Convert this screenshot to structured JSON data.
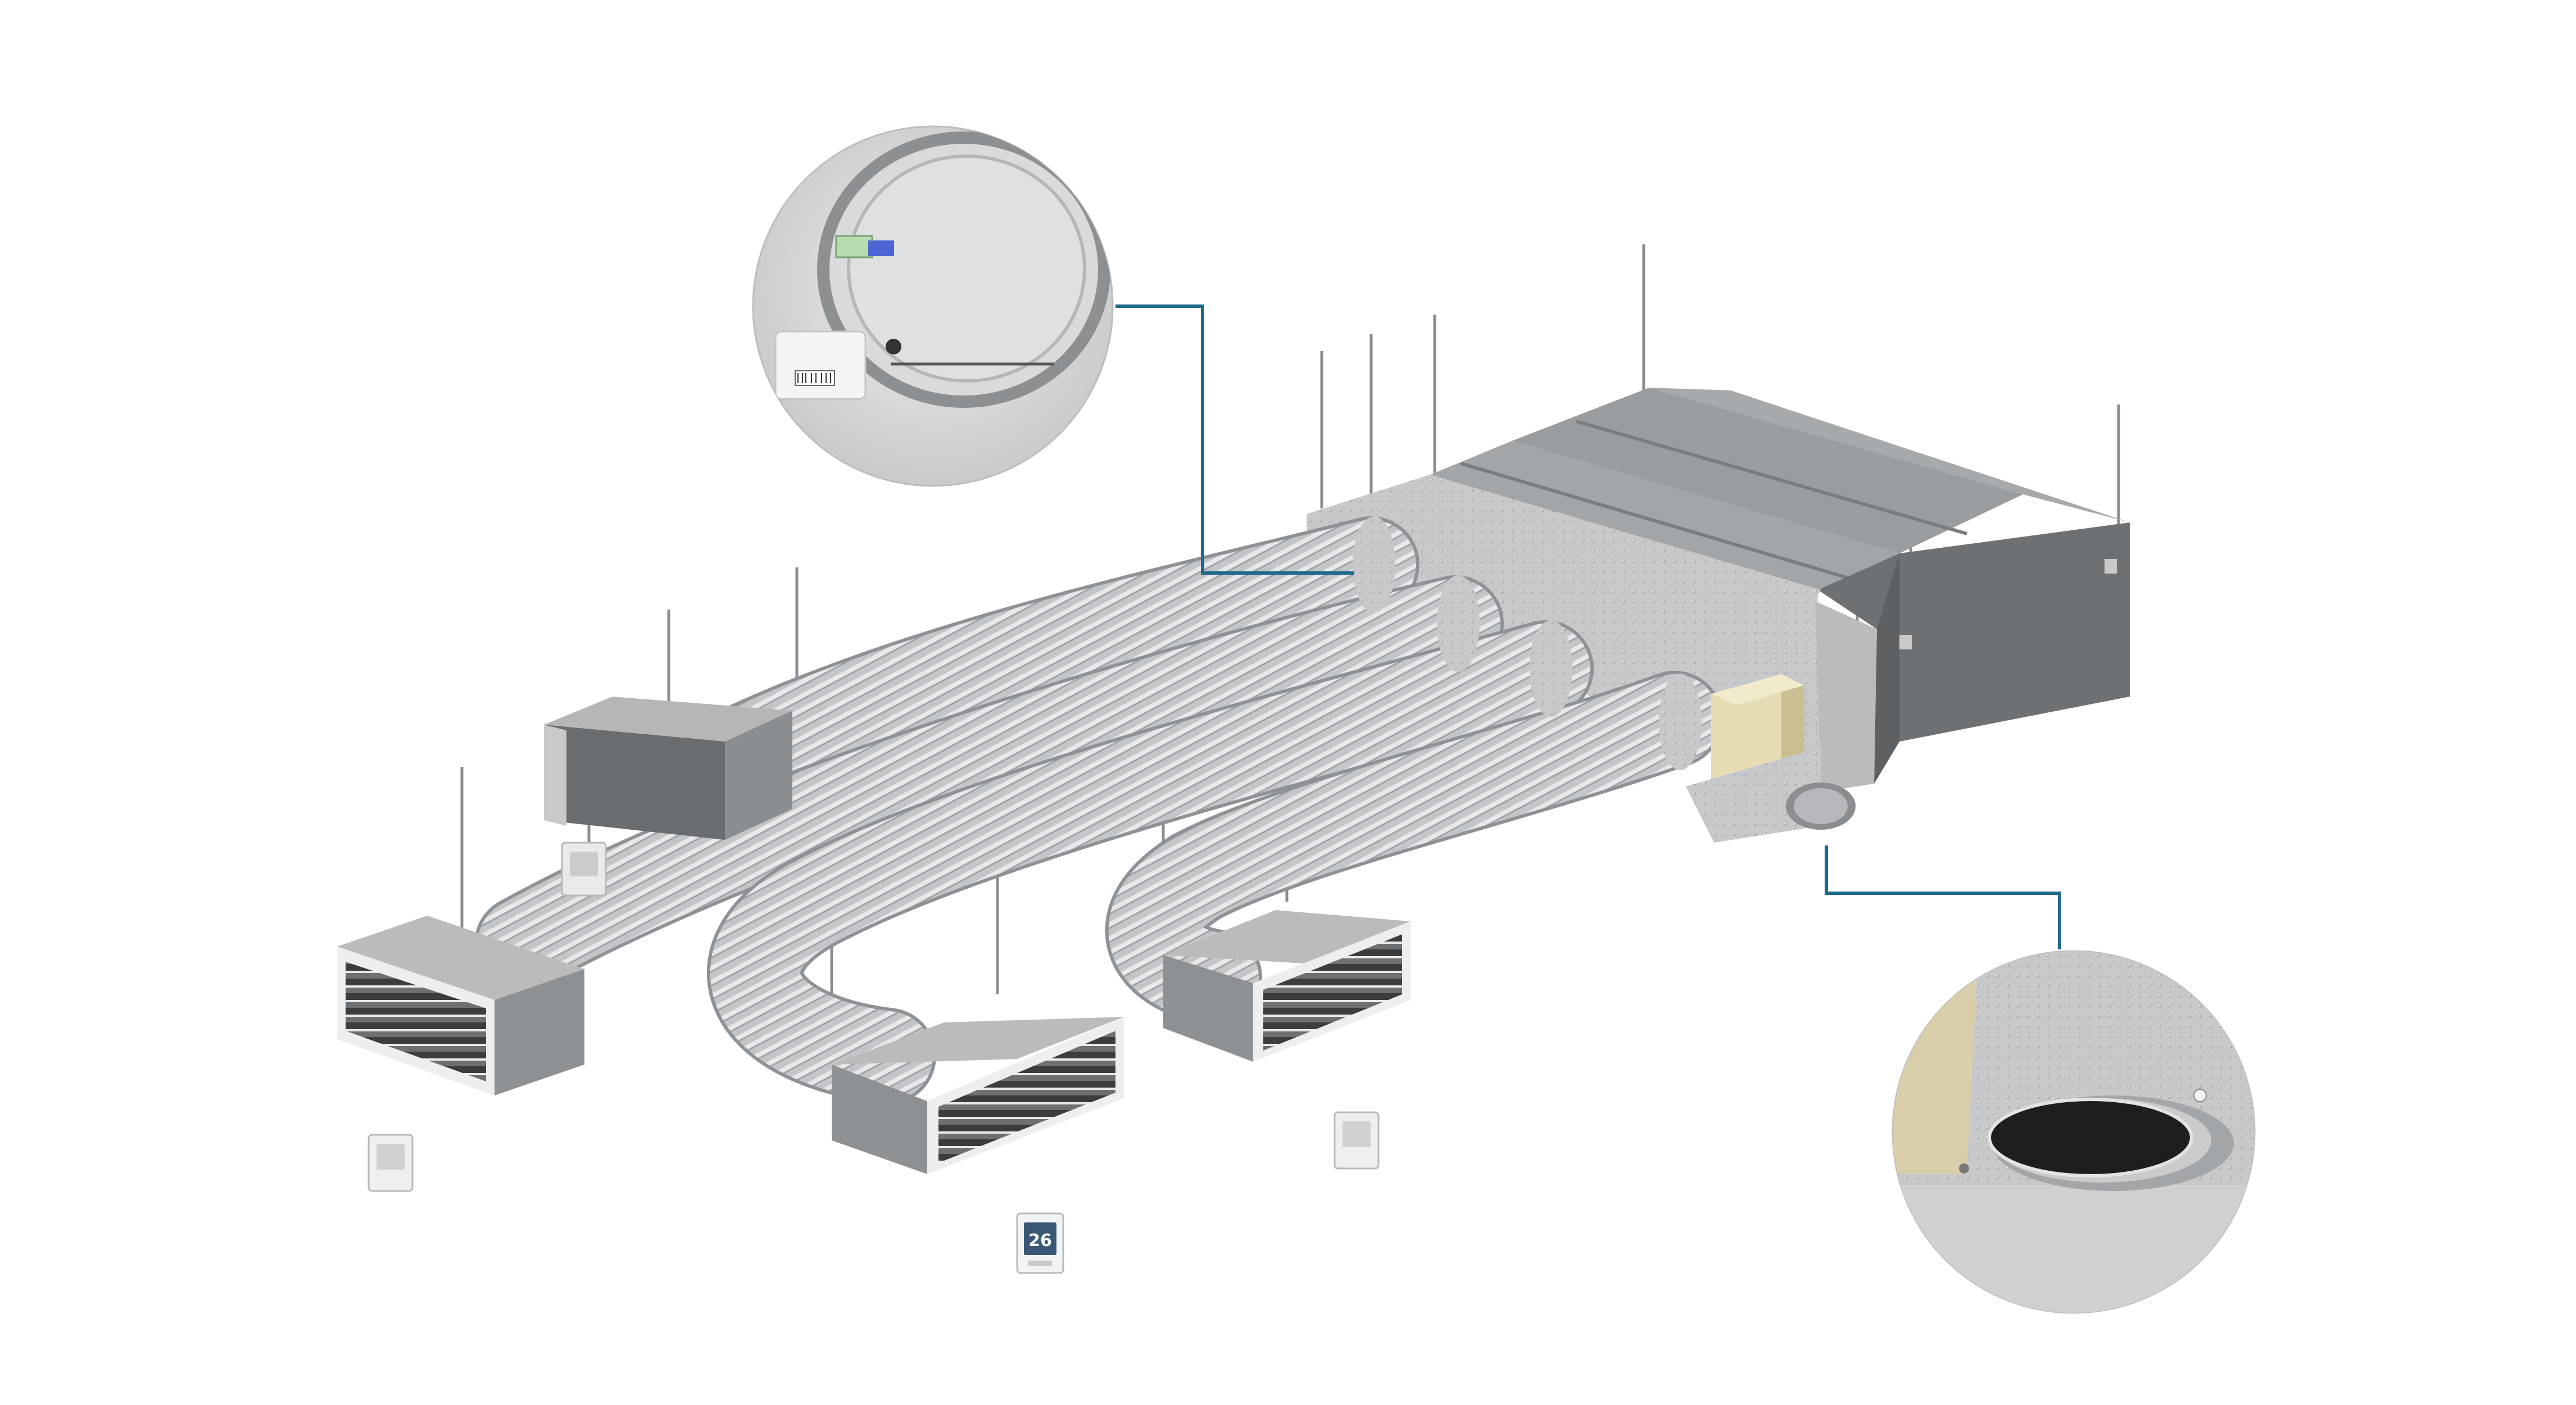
{
  "thermostat": {
    "display_value": "26"
  },
  "colors": {
    "background": "#ffffff",
    "callout_line": "#1f6a8a",
    "duct_light": "#cdd0d3",
    "duct_mid": "#a9adb1",
    "duct_dark": "#7f8388",
    "box_top": "#8f9294",
    "box_side": "#6f7274",
    "plenum_light": "#c9cbcd",
    "control_box": "#e4dcb4",
    "bubble_bg": "#d7d8d9"
  },
  "icons": [
    "damper-detail-bubble",
    "spigot-detail-bubble",
    "thermostat-icon"
  ]
}
